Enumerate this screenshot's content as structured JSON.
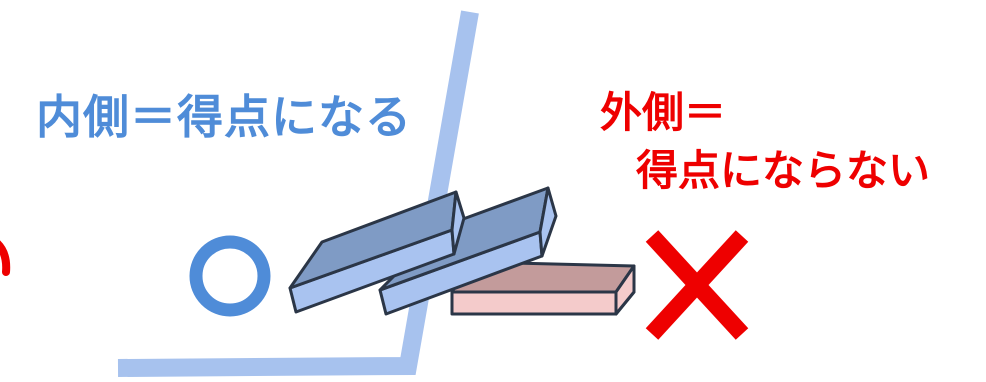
{
  "labels": {
    "inside": "内側＝得点になる",
    "outside_line1": "外側＝",
    "outside_line2": "得点にならない"
  },
  "marks": {
    "inside_mark": "circle-mark-icon",
    "outside_mark": "cross-mark-icon"
  },
  "colors": {
    "inside_text": "#4f8cd8",
    "outside_text": "#ee0000",
    "court_line": "#a7c2ee",
    "circle_mark": "#4f8cd8",
    "cross_mark": "#ee0000",
    "blue_block_top": "#7f9bc5",
    "blue_block_side": "#a9c3f0",
    "pink_block_top": "#c39b9b",
    "pink_block_side": "#f4cbcb",
    "outline": "#2b3647"
  }
}
